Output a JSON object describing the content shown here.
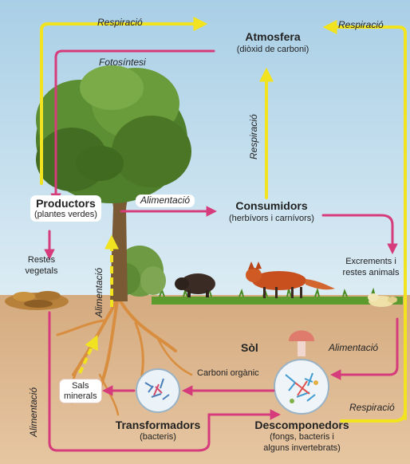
{
  "atmosphere": {
    "title": "Atmosfera",
    "subtitle": "(diòxid de carboni)"
  },
  "producers": {
    "title": "Productors",
    "subtitle": "(plantes verdes)"
  },
  "consumers": {
    "title": "Consumidors",
    "subtitle": "(herbívors i carnívors)"
  },
  "soil": {
    "title": "Sòl"
  },
  "transformers": {
    "title": "Transformadors",
    "subtitle": "(bacteris)"
  },
  "decomposers": {
    "title": "Descomponedors",
    "subtitle_line1": "(fongs, bacteris i",
    "subtitle_line2": "alguns invertebrats)"
  },
  "mineral_salts": {
    "line1": "Sals",
    "line2": "minerals"
  },
  "plant_remains": {
    "line1": "Restes",
    "line2": "vegetals"
  },
  "animal_remains": {
    "line1": "Excrements i",
    "line2": "restes animals"
  },
  "flows": {
    "respiration_top_left": "Respiració",
    "respiration_top_right": "Respiració",
    "respiration_vertical": "Respiració",
    "respiration_bottom": "Respiració",
    "photosynthesis": "Fotosíntesi",
    "feeding_center": "Alimentació",
    "feeding_trunk": "Alimentació",
    "feeding_right": "Alimentació",
    "feeding_left": "Alimentació",
    "organic_carbon": "Carboni orgànic"
  },
  "colors": {
    "respiration": "#f2e320",
    "feeding": "#d63c7c",
    "sky": "#bcd8ea",
    "soil": "#d9b48c"
  }
}
